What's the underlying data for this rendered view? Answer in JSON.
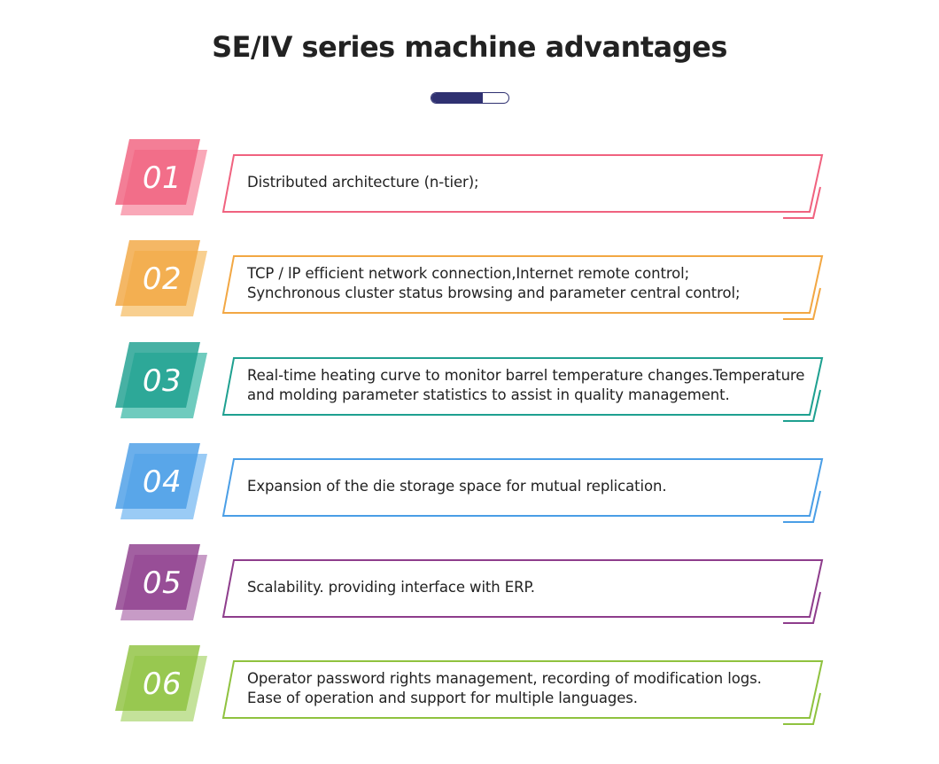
{
  "title": "SE/IV series machine advantages",
  "progress": {
    "fraction": 0.67,
    "fill_color": "#2f3171"
  },
  "items": [
    {
      "number": "01",
      "color": "#f0627f",
      "light_color": "#f9a8b8",
      "lines": [
        "Distributed architecture (n-tier);"
      ]
    },
    {
      "number": "02",
      "color": "#f2a743",
      "light_color": "#f8cf8f",
      "lines": [
        "TCP / lP efficient network connection,Internet remote control;",
        "Synchronous cluster status browsing and parameter central control;"
      ]
    },
    {
      "number": "03",
      "color": "#1ea090",
      "light_color": "#6fcbbe",
      "lines": [
        "Real-time heating curve to monitor barrel temperature changes.Temperature",
        "and molding parameter statistics to assist in quality management."
      ]
    },
    {
      "number": "04",
      "color": "#4a9ee6",
      "light_color": "#9acbf5",
      "lines": [
        "Expansion of the die storage space for mutual replication."
      ]
    },
    {
      "number": "05",
      "color": "#8e3d8c",
      "light_color": "#c79bc6",
      "lines": [
        "Scalability. providing interface with ERP."
      ]
    },
    {
      "number": "06",
      "color": "#8fc23f",
      "light_color": "#c4e29a",
      "lines": [
        "Operator password rights management, recording of modification logs.",
        "Ease of operation and support for multiple languages."
      ]
    }
  ]
}
